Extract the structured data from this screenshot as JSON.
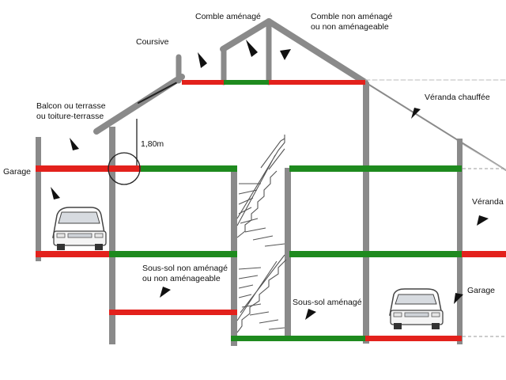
{
  "colors": {
    "habitable": "#1e8a1e",
    "non_habitable": "#e3211c",
    "wall": "#8a8a8a",
    "wall_dark": "#707070",
    "text": "#111111"
  },
  "labels": {
    "comble_amenage": "Comble aménagé",
    "comble_non_amenage_1": "Comble non aménagé",
    "comble_non_amenage_2": "ou non aménageable",
    "coursive": "Coursive",
    "veranda_chauffee": "Véranda chauffée",
    "balcon_1": "Balcon ou terrasse",
    "balcon_2": "ou toiture-terrasse",
    "hauteur": "1,80m",
    "garage_left": "Garage",
    "veranda_right": "Véranda",
    "sous_sol_non_amenage_1": "Sous-sol non aménagé",
    "sous_sol_non_amenage_2": "ou non aménageable",
    "sous_sol_amenage": "Sous-sol aménagé",
    "garage_right": "Garage"
  }
}
